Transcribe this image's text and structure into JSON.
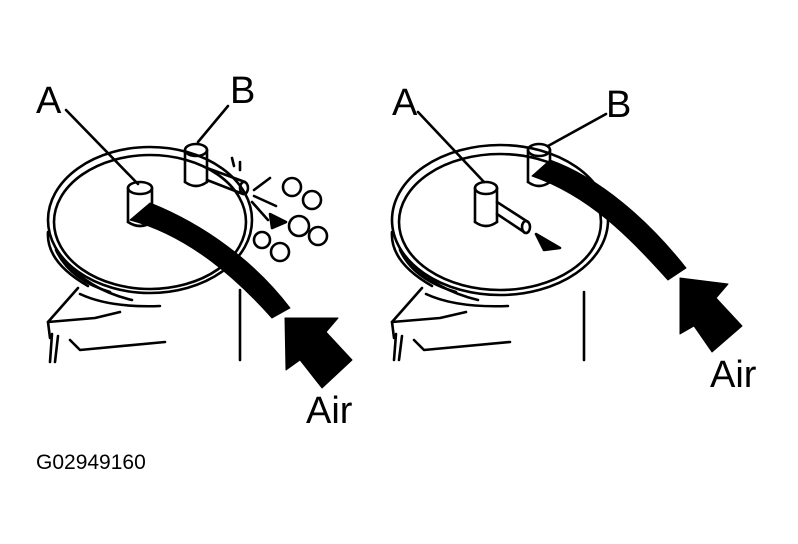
{
  "figure_code": "G02949160",
  "left_view": {
    "port_a_label": "A",
    "port_b_label": "B",
    "air_label": "Air"
  },
  "right_view": {
    "port_a_label": "A",
    "port_b_label": "B",
    "air_label": "Air"
  },
  "colors": {
    "ink": "#000000",
    "paper": "#ffffff"
  }
}
